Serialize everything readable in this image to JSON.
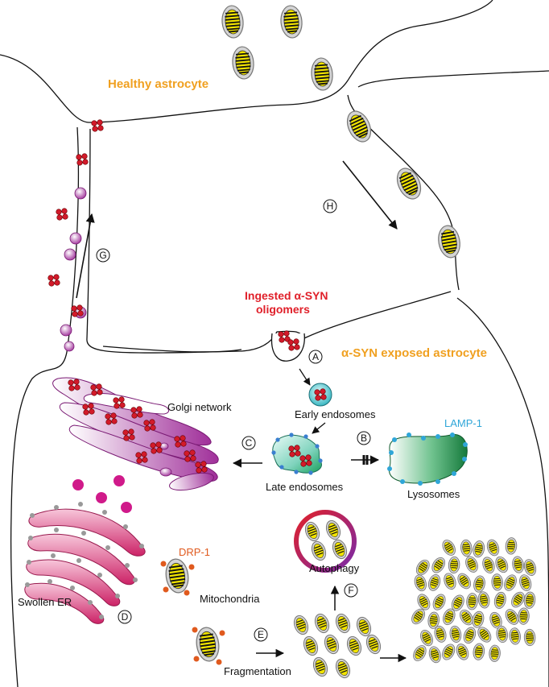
{
  "labels": {
    "healthy": "Healthy astrocyte",
    "exposed": "α-SYN exposed astrocyte",
    "ingested_line1": "Ingested α-SYN",
    "ingested_line2": "oligomers",
    "early_endosomes": "Early endosomes",
    "late_endosomes": "Late endosomes",
    "lysosomes": "Lysosomes",
    "lamp1": "LAMP-1",
    "golgi": "Golgi network",
    "swollen_er": "Swollen ER",
    "drp1": "DRP-1",
    "mitochondria": "Mitochondria",
    "autophagy": "Autophagy",
    "fragmentation": "Fragmentation"
  },
  "steps": {
    "A": "A",
    "B": "B",
    "C": "C",
    "D": "D",
    "E": "E",
    "F": "F",
    "G": "G",
    "H": "H"
  },
  "colors": {
    "healthy_label": "#f0a020",
    "exposed_label": "#f0a020",
    "ingested_label": "#e0202a",
    "lamp1": "#2fa6d8",
    "drp1": "#e05a1e",
    "lysosome": "#1e8a4a",
    "golgi": "#a0309a",
    "er": "#cc2266",
    "mito_stripes": "#f2e400"
  }
}
